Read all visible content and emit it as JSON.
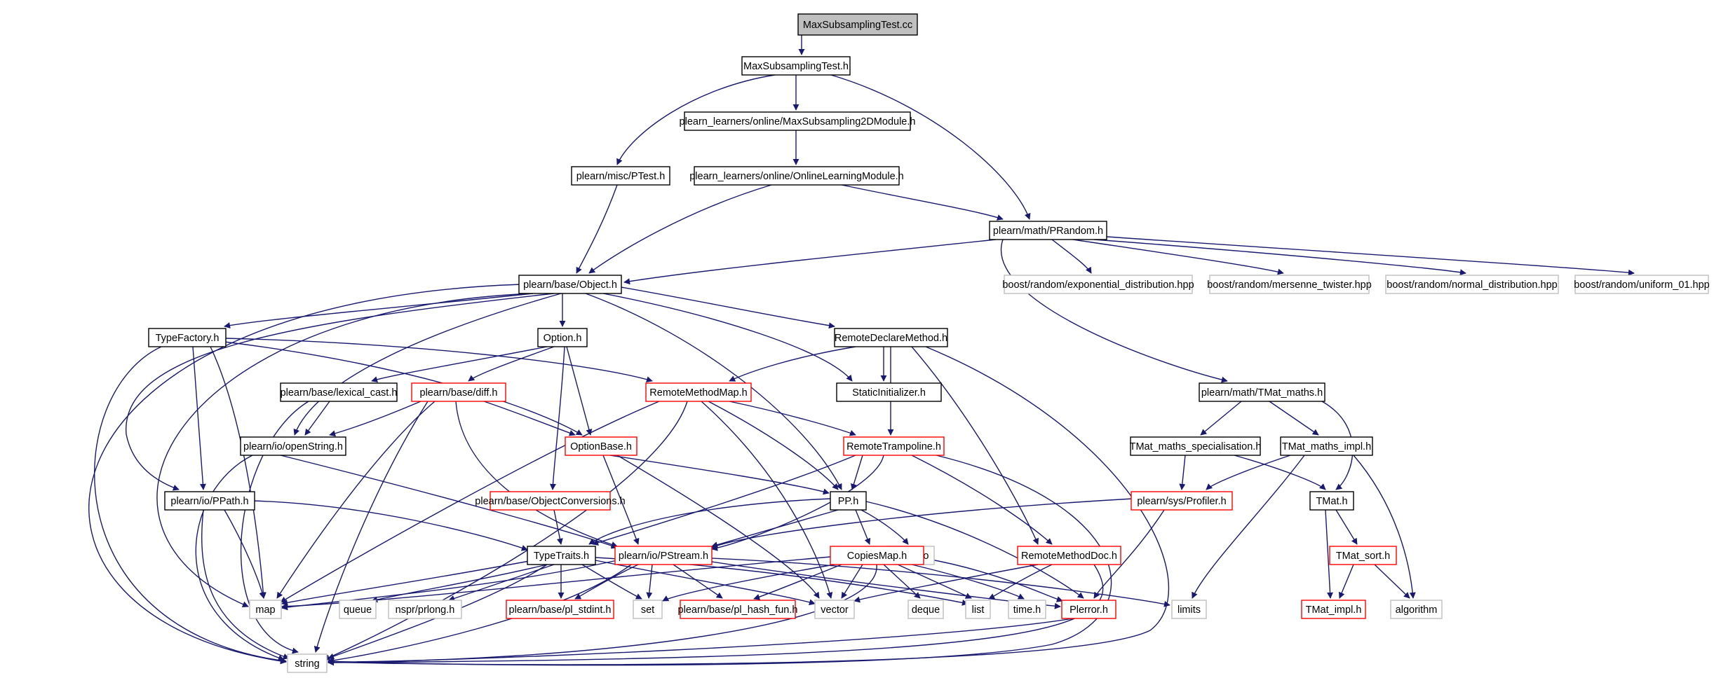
{
  "diagram": {
    "type": "include-dependency-graph",
    "colors": {
      "edge": "#191970",
      "root_fill": "#bfbfbf",
      "normal_border": "#000000",
      "truncated_border": "#ff0000",
      "system_border": "#bfbfbf"
    },
    "nodes": [
      {
        "id": "cc",
        "label": "MaxSubsamplingTest.cc",
        "kind": "root"
      },
      {
        "id": "h",
        "label": "MaxSubsamplingTest.h",
        "kind": "std"
      },
      {
        "id": "m2d",
        "label": "plearn_learners/online/MaxSubsampling2DModule.h",
        "kind": "std"
      },
      {
        "id": "ptest",
        "label": "plearn/misc/PTest.h",
        "kind": "std"
      },
      {
        "id": "olm",
        "label": "plearn_learners/online/OnlineLearningModule.h",
        "kind": "std"
      },
      {
        "id": "prand",
        "label": "plearn/math/PRandom.h",
        "kind": "std"
      },
      {
        "id": "obj",
        "label": "plearn/base/Object.h",
        "kind": "std"
      },
      {
        "id": "bexp",
        "label": "boost/random/exponential_distribution.hpp",
        "kind": "sys"
      },
      {
        "id": "bmt",
        "label": "boost/random/mersenne_twister.hpp",
        "kind": "sys"
      },
      {
        "id": "bnorm",
        "label": "boost/random/normal_distribution.hpp",
        "kind": "sys"
      },
      {
        "id": "bu01",
        "label": "boost/random/uniform_01.hpp",
        "kind": "sys"
      },
      {
        "id": "tf",
        "label": "TypeFactory.h",
        "kind": "std"
      },
      {
        "id": "opt",
        "label": "Option.h",
        "kind": "std"
      },
      {
        "id": "rdm",
        "label": "RemoteDeclareMethod.h",
        "kind": "std"
      },
      {
        "id": "lc",
        "label": "plearn/base/lexical_cast.h",
        "kind": "std"
      },
      {
        "id": "diff",
        "label": "plearn/base/diff.h",
        "kind": "trunc"
      },
      {
        "id": "rmm",
        "label": "RemoteMethodMap.h",
        "kind": "trunc"
      },
      {
        "id": "si",
        "label": "StaticInitializer.h",
        "kind": "std"
      },
      {
        "id": "tmm",
        "label": "plearn/math/TMat_maths.h",
        "kind": "std"
      },
      {
        "id": "os",
        "label": "plearn/io/openString.h",
        "kind": "std"
      },
      {
        "id": "ob",
        "label": "OptionBase.h",
        "kind": "trunc"
      },
      {
        "id": "rt",
        "label": "RemoteTrampoline.h",
        "kind": "trunc"
      },
      {
        "id": "tms",
        "label": "TMat_maths_specialisation.h",
        "kind": "std"
      },
      {
        "id": "tmi",
        "label": "TMat_maths_impl.h",
        "kind": "std"
      },
      {
        "id": "ppath",
        "label": "plearn/io/PPath.h",
        "kind": "std"
      },
      {
        "id": "oc",
        "label": "plearn/base/ObjectConversions.h",
        "kind": "trunc"
      },
      {
        "id": "pp",
        "label": "PP.h",
        "kind": "std"
      },
      {
        "id": "prof",
        "label": "plearn/sys/Profiler.h",
        "kind": "trunc"
      },
      {
        "id": "tmat",
        "label": "TMat.h",
        "kind": "std"
      },
      {
        "id": "typeinfo",
        "label": "typeinfo",
        "kind": "sys"
      },
      {
        "id": "tt",
        "label": "TypeTraits.h",
        "kind": "std"
      },
      {
        "id": "ps",
        "label": "plearn/io/PStream.h",
        "kind": "trunc"
      },
      {
        "id": "cm",
        "label": "CopiesMap.h",
        "kind": "trunc"
      },
      {
        "id": "rmd",
        "label": "RemoteMethodDoc.h",
        "kind": "trunc"
      },
      {
        "id": "tsort",
        "label": "TMat_sort.h",
        "kind": "trunc"
      },
      {
        "id": "map",
        "label": "map",
        "kind": "sys"
      },
      {
        "id": "queue",
        "label": "queue",
        "kind": "sys"
      },
      {
        "id": "nspr",
        "label": "nspr/prlong.h",
        "kind": "sys"
      },
      {
        "id": "stdint",
        "label": "plearn/base/pl_stdint.h",
        "kind": "trunc"
      },
      {
        "id": "set",
        "label": "set",
        "kind": "sys"
      },
      {
        "id": "hash",
        "label": "plearn/base/pl_hash_fun.h",
        "kind": "trunc"
      },
      {
        "id": "vector",
        "label": "vector",
        "kind": "sys"
      },
      {
        "id": "deque",
        "label": "deque",
        "kind": "sys"
      },
      {
        "id": "list",
        "label": "list",
        "kind": "sys"
      },
      {
        "id": "timeh",
        "label": "time.h",
        "kind": "sys"
      },
      {
        "id": "perror",
        "label": "Plerror.h",
        "kind": "trunc"
      },
      {
        "id": "limits",
        "label": "limits",
        "kind": "sys"
      },
      {
        "id": "timpl",
        "label": "TMat_impl.h",
        "kind": "trunc"
      },
      {
        "id": "algo",
        "label": "algorithm",
        "kind": "sys"
      },
      {
        "id": "string",
        "label": "string",
        "kind": "sys"
      }
    ]
  }
}
